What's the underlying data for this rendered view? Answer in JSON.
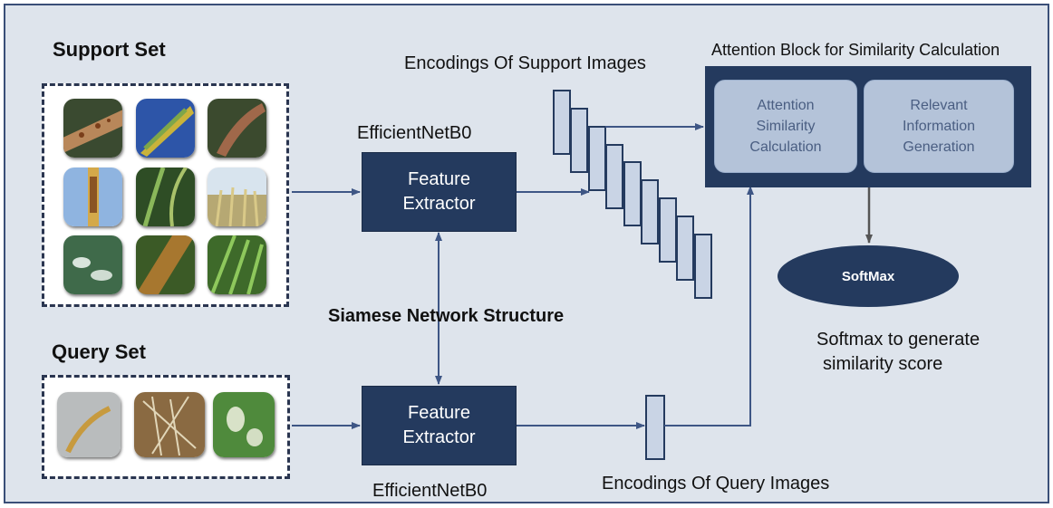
{
  "labels": {
    "support_set": "Support Set",
    "query_set": "Query Set",
    "encodings_support": "Encodings Of Support Images",
    "encodings_query": "Encodings Of Query Images",
    "backbone_top": "EfficientNetB0",
    "backbone_bottom": "EfficientNetB0",
    "siamese": "Siamese Network Structure",
    "attention_title": "Attention Block for Similarity Calculation",
    "softmax_note_line1": "Softmax to generate",
    "softmax_note_line2": "similarity score"
  },
  "feature_extractor": {
    "line1": "Feature",
    "line2": "Extractor"
  },
  "attention": {
    "box1_line1": "Attention",
    "box1_line2": "Similarity",
    "box1_line3": "Calculation",
    "box2_line1": "Relevant",
    "box2_line2": "Information",
    "box2_line3": "Generation"
  },
  "softmax": {
    "label": "SoftMax"
  },
  "colors": {
    "background": "#dee4ec",
    "dark_navy": "#243a5e",
    "inner_box": "#b4c3d9",
    "encoding_bar": "#c9d4e5",
    "arrow": "#3e5685"
  },
  "support_images": [
    "leaf-rust-icon",
    "wheat-ear-icon",
    "brown-leaf-icon",
    "stem-rust-icon",
    "green-leaves-icon",
    "wheat-field-icon",
    "mildew-leaf-icon",
    "rust-leaf-icon",
    "grass-icon"
  ],
  "query_images": [
    "dry-wheat-ear-icon",
    "roots-icon",
    "spotted-leaf-icon"
  ]
}
